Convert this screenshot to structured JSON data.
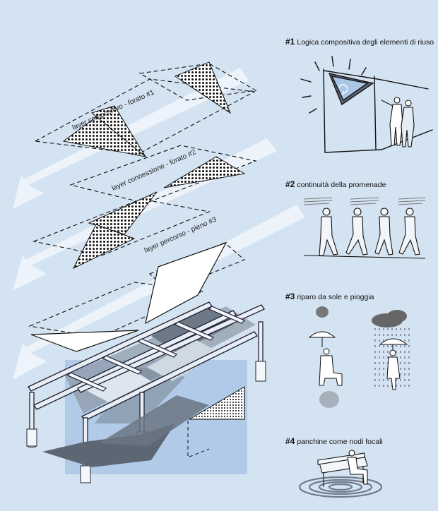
{
  "layers": [
    {
      "label": "layer compositivo - forato #1"
    },
    {
      "label": "layer connessione - forato #2"
    },
    {
      "label": "layer percorso - pieno #3"
    }
  ],
  "legend": [
    {
      "number": "#1",
      "text": "Logica compositiva degli elementi di riuso"
    },
    {
      "number": "#2",
      "text": "continuità della promenade"
    },
    {
      "number": "#3",
      "text": "riparo da sole e pioggia"
    },
    {
      "number": "#4",
      "text": "panchine come nodi focali"
    }
  ],
  "colors": {
    "background": "#d4e3f1",
    "arrow": "#eef4fb",
    "shadow": "#5d6673",
    "panel": "#a9c6e6",
    "frame": "#c9d7e6",
    "ink": "#111111"
  },
  "icons": [
    "recycle-icon",
    "wind-icon",
    "cloud-icon",
    "umbrella-icon",
    "bench-icon"
  ]
}
